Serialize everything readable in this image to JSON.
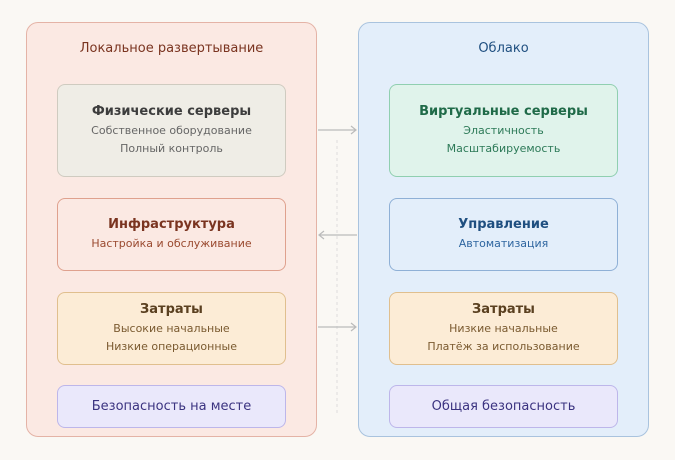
{
  "left": {
    "title": "Локальное развертывание",
    "boxes": [
      {
        "title": "Физические серверы",
        "lines": [
          "Собственное оборудование",
          "Полный контроль"
        ]
      },
      {
        "title": "Инфраструктура",
        "lines": [
          "Настройка и обслуживание"
        ]
      },
      {
        "title": "Затраты",
        "lines": [
          "Высокие начальные",
          "Низкие операционные"
        ]
      },
      {
        "title": "Безопасность на месте"
      }
    ]
  },
  "right": {
    "title": "Облако",
    "boxes": [
      {
        "title": "Виртуальные серверы",
        "lines": [
          "Эластичность",
          "Масштабируемость"
        ]
      },
      {
        "title": "Управление",
        "lines": [
          "Автоматизация"
        ]
      },
      {
        "title": "Затраты",
        "lines": [
          "Низкие начальные",
          "Платёж за использование"
        ]
      },
      {
        "title": "Общая безопасность"
      }
    ]
  }
}
